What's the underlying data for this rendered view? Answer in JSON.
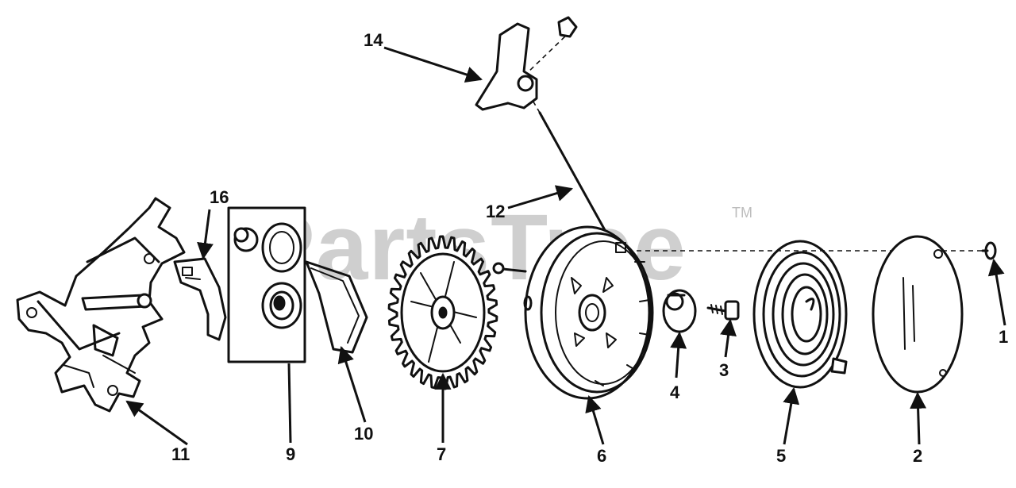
{
  "watermark": {
    "text": "PartsTree",
    "trademark": "TM"
  },
  "callouts": {
    "c1": "1",
    "c2": "2",
    "c3": "3",
    "c4": "4",
    "c5": "5",
    "c6": "6",
    "c7": "7",
    "c9": "9",
    "c10": "10",
    "c11": "11",
    "c12": "12",
    "c14": "14",
    "c16": "16"
  }
}
